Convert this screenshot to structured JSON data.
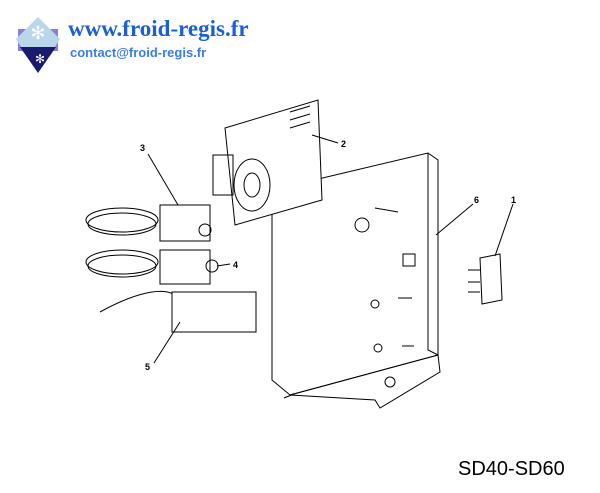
{
  "header": {
    "website": "www.froid-regis.fr",
    "contact": "contact@froid-regis.fr",
    "logo_icon": "snowflake-diamond-logo"
  },
  "diagram": {
    "model": "SD40-SD60",
    "part_labels": [
      "1",
      "2",
      "3",
      "4",
      "5",
      "6"
    ]
  },
  "colors": {
    "brand": "#1a5fd6",
    "contact": "#3b7de8"
  }
}
